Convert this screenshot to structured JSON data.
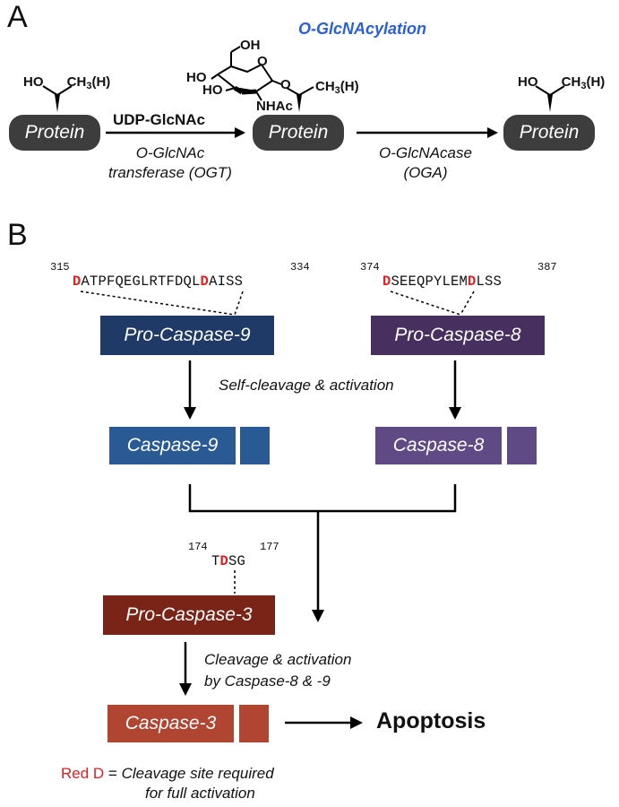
{
  "panel_a": {
    "label": "A",
    "title": "O-GlcNAcylation",
    "protein_label": "Protein",
    "side_chain": {
      "ho": "HO",
      "ch3": "CH",
      "sub3": "3",
      "h": "(H)"
    },
    "sugar": {
      "oh1": "OH",
      "oh2": "HO",
      "oh3": "HO",
      "ring_o": "O",
      "link_o": "O",
      "nhac": "NHAc"
    },
    "reaction1": {
      "reagent": "UDP-GlcNAc",
      "enzyme_line1": "O-GlcNAc",
      "enzyme_line2": "transferase (OGT)"
    },
    "reaction2": {
      "enzyme_line1": "O-GlcNAcase",
      "enzyme_line2": "(OGA)"
    },
    "colors": {
      "title": "#2b5fd9",
      "pill": "#3d3d3d"
    }
  },
  "panel_b": {
    "label": "B",
    "casp9_seq": {
      "start": "315",
      "end": "334",
      "d1": "D",
      "mid": "ATPFQEGLRTFDQL",
      "d2": "D",
      "tail": "AISS"
    },
    "casp8_seq": {
      "start": "374",
      "end": "387",
      "d1": "D",
      "mid": "SEEQPYLEM",
      "d2": "D",
      "tail": "LSS"
    },
    "casp3_seq": {
      "start": "174",
      "end": "177",
      "pre": "T",
      "d": "D",
      "tail": "SG"
    },
    "pro_casp9": "Pro-Caspase-9",
    "pro_casp8": "Pro-Caspase-8",
    "self_cleavage": "Self-cleavage & activation",
    "casp9": "Caspase-9",
    "casp8": "Caspase-8",
    "pro_casp3": "Pro-Caspase-3",
    "cleavage_line1": "Cleavage & activation",
    "cleavage_line2": "by Caspase-8 & -9",
    "casp3": "Caspase-3",
    "apoptosis": "Apoptosis",
    "legend": {
      "red_d": "Red D",
      "eq": " = ",
      "line1": "Cleavage site required",
      "line2": "for full activation"
    },
    "colors": {
      "casp9": "#1f3a66",
      "casp9_active": "#2a5a93",
      "casp8": "#47305f",
      "casp8_active": "#604a85",
      "pro_casp3": "#7a2418",
      "casp3_active": "#b04632",
      "red": "#e02020"
    }
  }
}
